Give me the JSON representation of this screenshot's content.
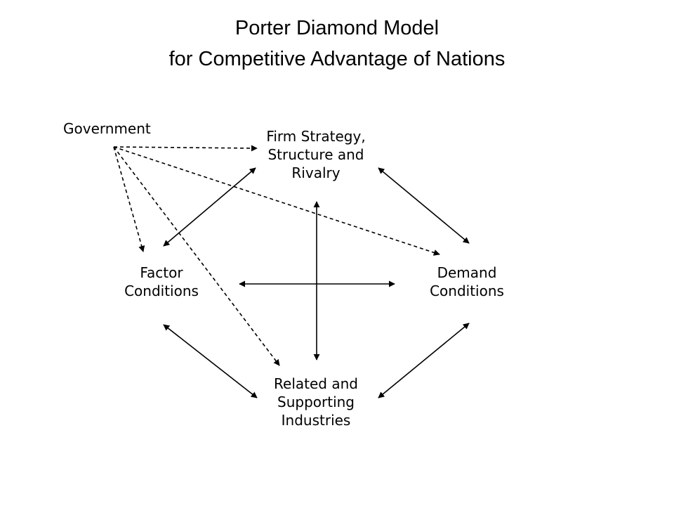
{
  "title": {
    "line1": "Porter Diamond Model",
    "line2": "for Competitive Advantage of Nations"
  },
  "nodes": {
    "government": "Government",
    "firm": [
      "Firm Strategy,",
      "Structure and",
      "Rivalry"
    ],
    "factor": [
      "Factor",
      "Conditions"
    ],
    "demand": [
      "Demand",
      "Conditions"
    ],
    "related": [
      "Related and",
      "Supporting",
      "Industries"
    ]
  }
}
